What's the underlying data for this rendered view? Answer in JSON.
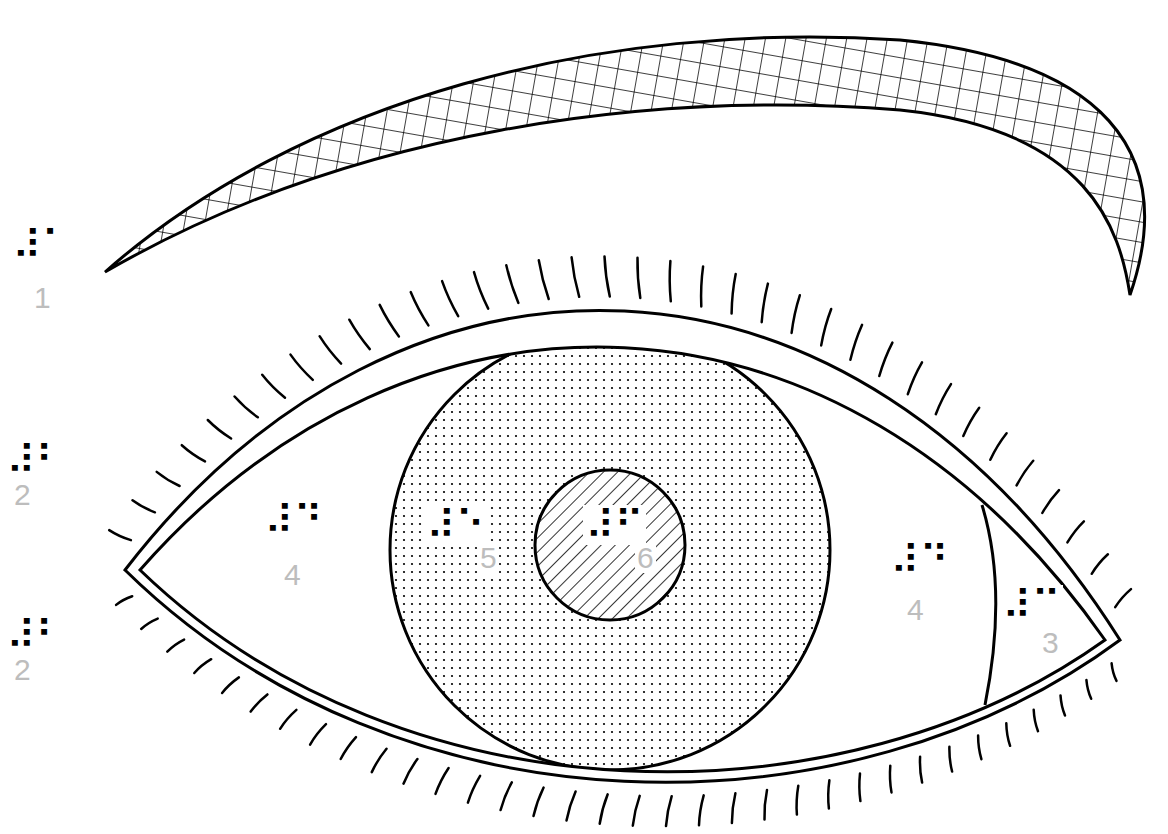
{
  "diagram": {
    "nodes": [
      {
        "text": [
          "⠼⠙",
          "4",
          "⠼⠙",
          "4"
        ]
      },
      {
        "text": [
          "⠼⠑",
          "5"
        ],
        "in": 0
      },
      {
        "text": [
          "⠼⠋",
          "6"
        ],
        "in": 1
      },
      {
        "text": [
          "⠼⠉",
          "3"
        ],
        "in": 0
      }
    ],
    "labels": [
      "⠼⠁",
      "1",
      "⠼⠃",
      "2",
      "⠼⠃",
      "2"
    ]
  }
}
